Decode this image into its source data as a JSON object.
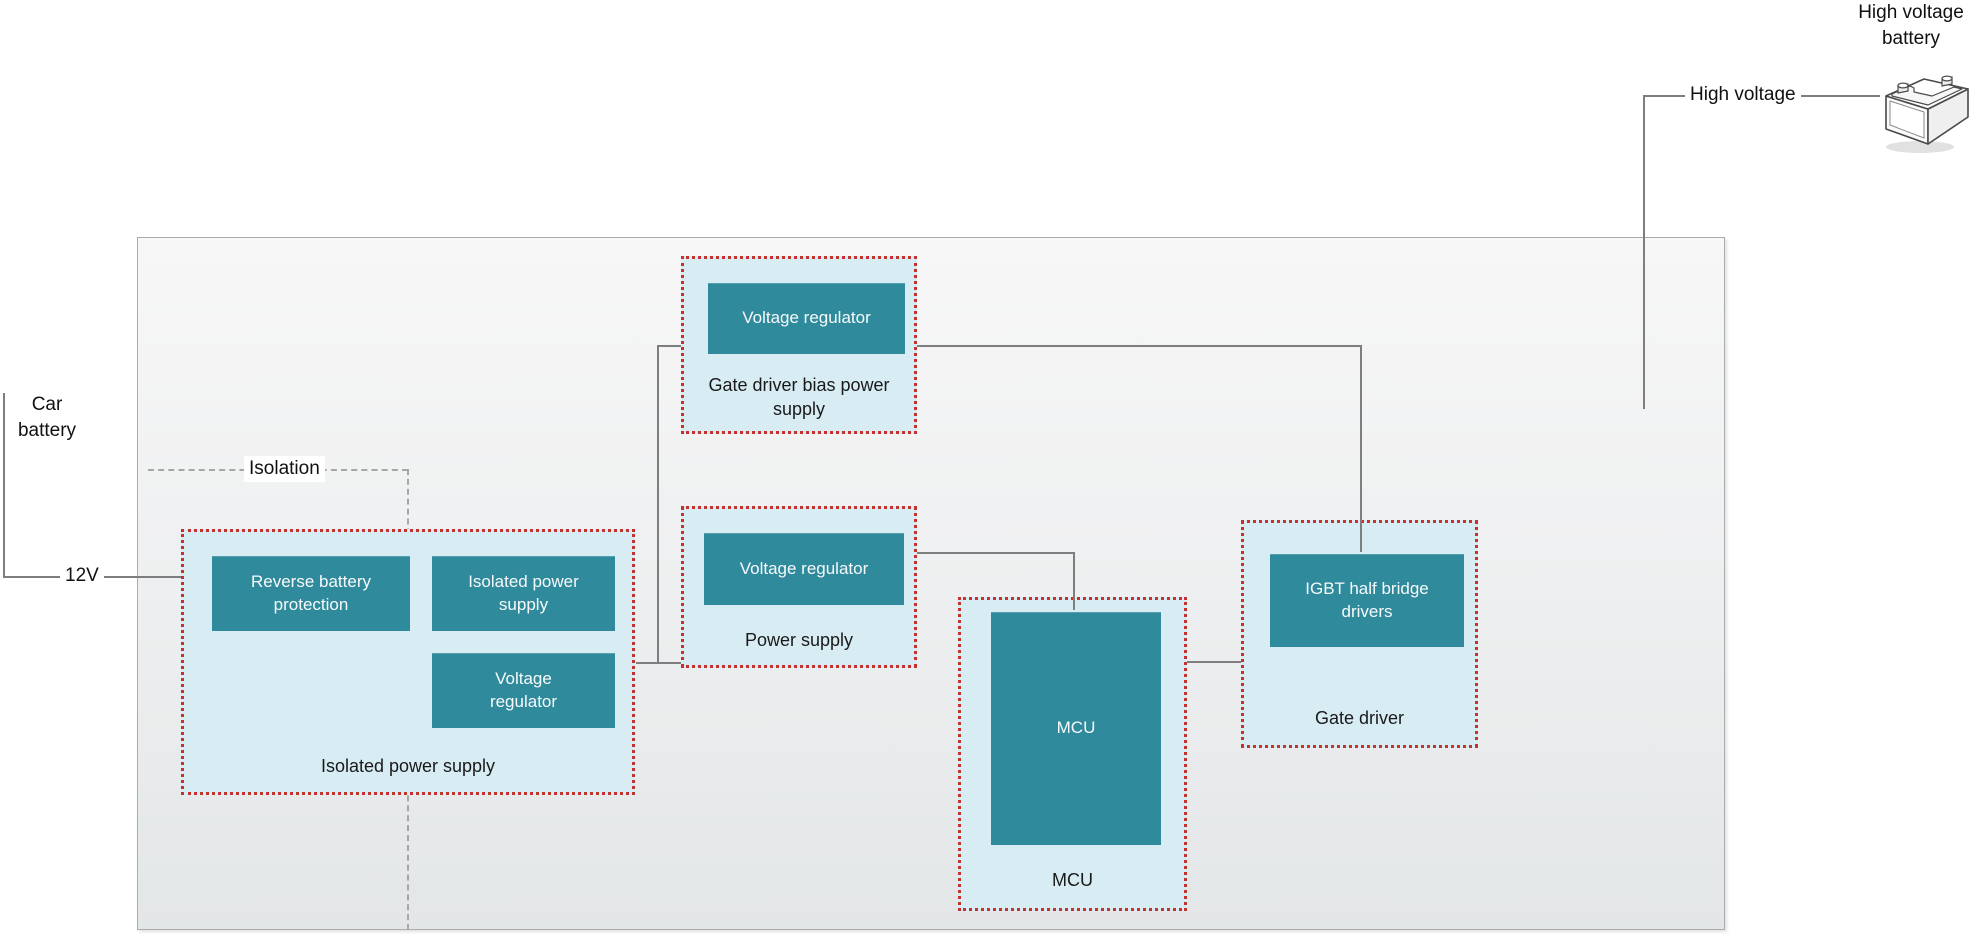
{
  "labels": {
    "car_battery": "Car battery",
    "twelve_volt": "12V",
    "isolation": "Isolation",
    "high_voltage": "High voltage",
    "high_voltage_battery": "High voltage battery"
  },
  "groups": [
    {
      "label": "Isolated power supply",
      "blocks": [
        "Reverse battery protection",
        "Isolated power supply",
        "Voltage regulator"
      ]
    },
    {
      "label": "Gate driver bias power supply",
      "blocks": [
        "Voltage regulator"
      ]
    },
    {
      "label": "Power supply",
      "blocks": [
        "Voltage regulator"
      ]
    },
    {
      "label": "MCU",
      "blocks": [
        "MCU"
      ]
    },
    {
      "label": "Gate driver",
      "blocks": [
        "IGBT half bridge drivers"
      ]
    }
  ],
  "icons": {
    "battery": "high-voltage-battery-icon"
  },
  "colors": {
    "block_teal": "#2f8a9c",
    "group_fill": "#d8ecf4",
    "group_border": "#c5322d",
    "connector": "#7e7e7e",
    "dash_gray": "#a6a6a6",
    "canvas_top": "#f7f7f7",
    "canvas_bottom": "#e3e6e7",
    "canvas_border": "#a9acad"
  }
}
